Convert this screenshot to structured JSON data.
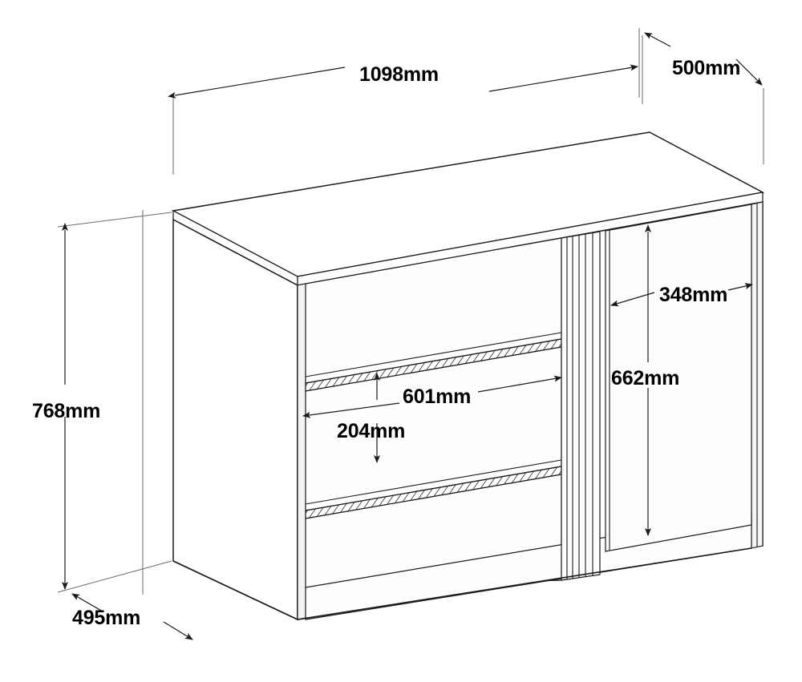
{
  "drawing": {
    "title": "Sideboard / Chest of Drawers Dimensioned Isometric Drawing",
    "units": "mm",
    "background_color": "#ffffff",
    "line_color": "#1a1a1a",
    "projection": "isometric-cabinet"
  },
  "dimensions": {
    "overall_width": {
      "label": "1098mm",
      "value": 1098,
      "axis": "width",
      "placement": "top",
      "arrow_style": "double-ended"
    },
    "overall_depth_top": {
      "label": "500mm",
      "value": 500,
      "axis": "depth",
      "placement": "top-right",
      "arrow_style": "double-ended"
    },
    "overall_height": {
      "label": "768mm",
      "value": 768,
      "axis": "height",
      "placement": "left",
      "arrow_style": "double-ended"
    },
    "base_depth": {
      "label": "495mm",
      "value": 495,
      "axis": "depth",
      "placement": "bottom-left",
      "arrow_style": "double-ended"
    },
    "drawer_width": {
      "label": "601mm",
      "value": 601,
      "axis": "width",
      "placement": "front-middle",
      "arrow_style": "double-ended"
    },
    "drawer_height": {
      "label": "204mm",
      "value": 204,
      "axis": "height",
      "placement": "front-middle",
      "arrow_style": "double-ended"
    },
    "door_width": {
      "label": "348mm",
      "value": 348,
      "axis": "width",
      "placement": "front-right",
      "arrow_style": "double-ended"
    },
    "door_height": {
      "label": "662mm",
      "value": 662,
      "axis": "height",
      "placement": "front-right",
      "arrow_style": "double-ended"
    }
  },
  "parts": {
    "top_panel": "top-panel",
    "left_side_panel": "left-side-panel",
    "right_side_panel": "right-side-panel",
    "drawer_top": "top-drawer-front",
    "drawer_middle": "middle-drawer-front",
    "drawer_bottom": "bottom-drawer-front",
    "door": "right-door-front",
    "plinth": "plinth-base",
    "handle_groove": "vertical-handle-groove"
  }
}
